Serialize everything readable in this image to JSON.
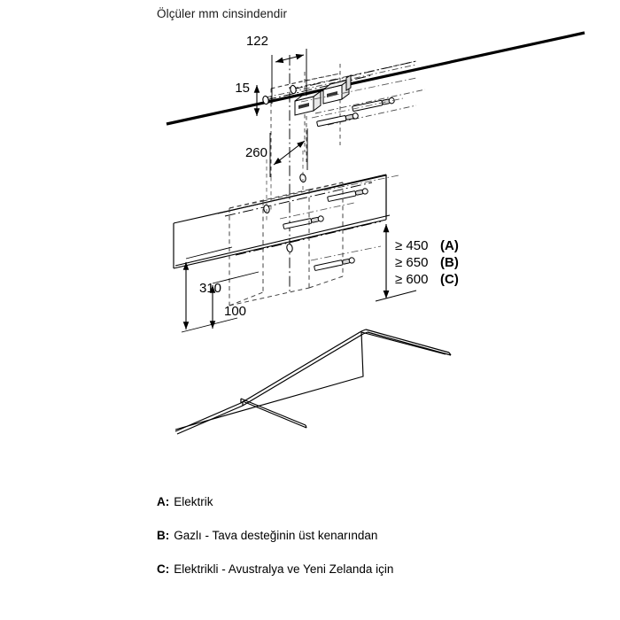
{
  "title": "Ölçüler mm cinsindendir",
  "dimensions": {
    "d122": "122",
    "d15": "15",
    "d260": "260",
    "d310": "310",
    "d100": "100",
    "heightA": "≥ 450",
    "heightA_ref": "(A)",
    "heightB": "≥ 650",
    "heightB_ref": "(B)",
    "heightC": "≥ 600",
    "heightC_ref": "(C)"
  },
  "legend": [
    {
      "key": "A:",
      "text": "Elektrik"
    },
    {
      "key": "B:",
      "text": "Gazlı - Tava desteğinin üst kenarından"
    },
    {
      "key": "C:",
      "text": "Elektrikli - Avustralya ve Yeni Zelanda için"
    }
  ],
  "colors": {
    "line": "#000000",
    "hidden": "#555555",
    "background": "#ffffff"
  }
}
